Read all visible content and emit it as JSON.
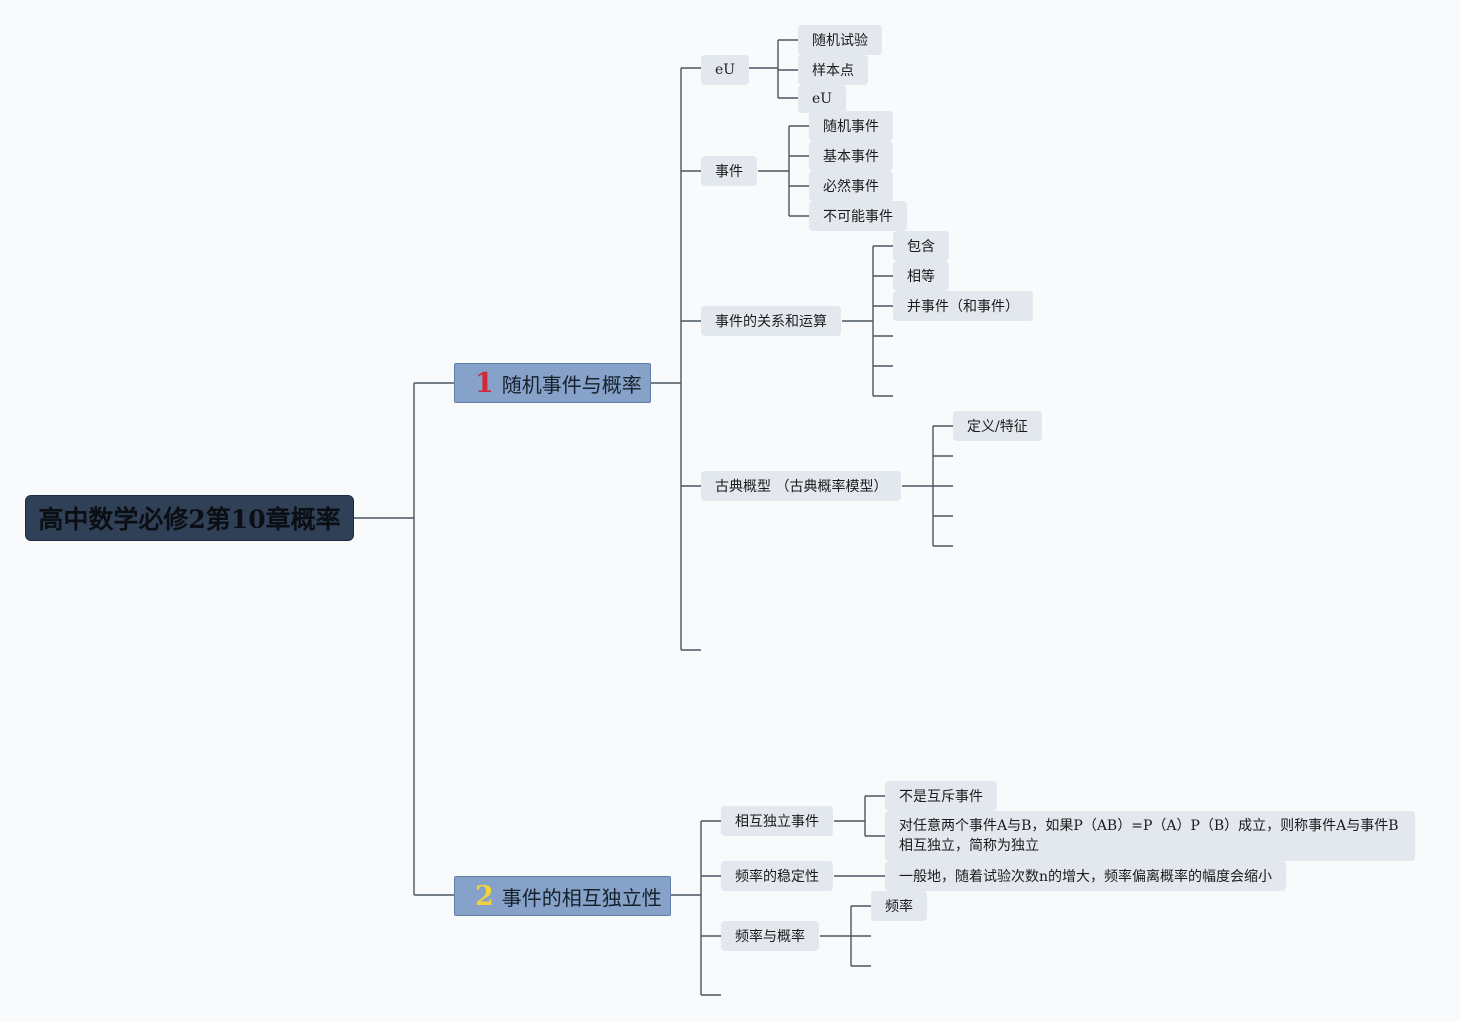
{
  "root": {
    "label": "高中数学必修2第10章概率"
  },
  "branch1": {
    "number": "1",
    "number_color": "#d3283a",
    "label": "随机事件与概率",
    "children": {
      "eu": {
        "label": "eU",
        "items": [
          "随机试验",
          "样本点",
          "eU"
        ]
      },
      "event": {
        "label": "事件",
        "items": [
          "随机事件",
          "基本事件",
          "必然事件",
          "不可能事件"
        ]
      },
      "relations": {
        "label": "事件的关系和运算",
        "items": [
          "包含",
          "相等",
          "并事件（和事件）"
        ]
      },
      "classical": {
        "label": "古典概型 （古典概率模型）",
        "items": [
          "定义/特征"
        ]
      }
    }
  },
  "branch2": {
    "number": "2",
    "number_color": "#f2d13a",
    "label": "事件的相互独立性",
    "children": {
      "independent": {
        "label": "相互独立事件",
        "items": [
          "不是互斥事件"
        ],
        "definition": [
          "对任意两个事件A与B，如果P（AB）=P（A）P（B）成立，则称事件A与事件B",
          "相互独立，简称为独立"
        ]
      },
      "stability": {
        "label": "频率的稳定性",
        "items": [
          "一般地，随着试验次数n的增大，频率偏离概率的幅度会缩小"
        ]
      },
      "freq_prob": {
        "label": "频率与概率",
        "items": [
          "频率"
        ]
      }
    }
  },
  "colors": {
    "background": "#f9fafb",
    "root_fill": "#2f4057",
    "main_fill": "#87a2c8",
    "sub_fill": "#e3e8ef",
    "connector": "#3c4654"
  }
}
